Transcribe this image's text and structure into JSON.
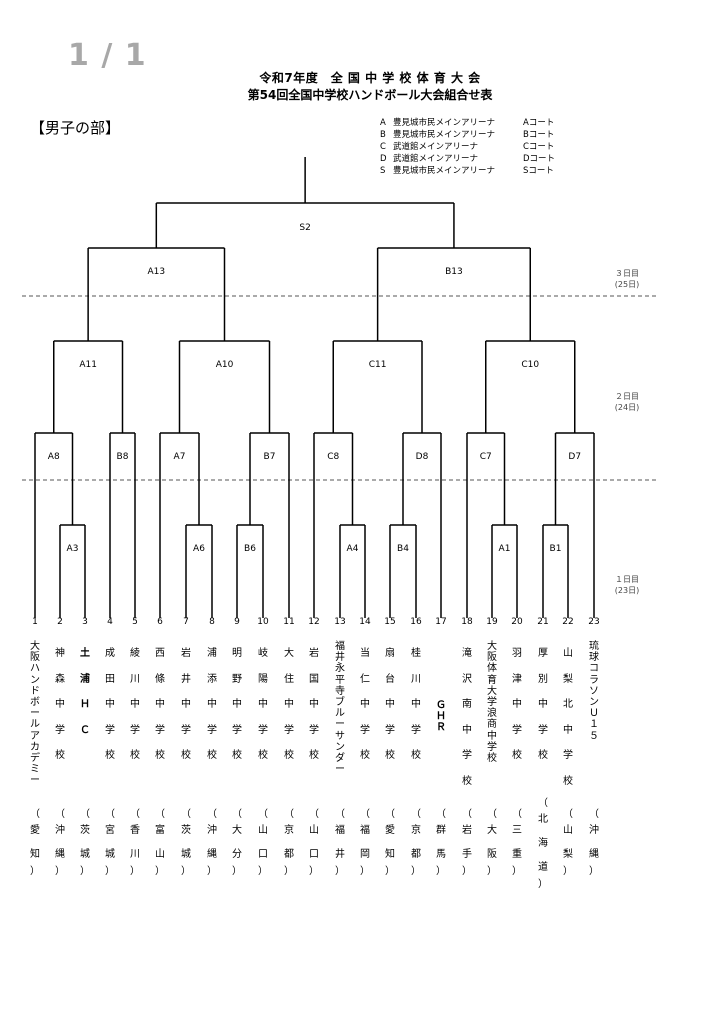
{
  "page_indicator": "1 / 1",
  "title_line1": "令和7年度　全 国 中 学 校 体 育 大 会",
  "title_line2": "第54回全国中学校ハンドボール大会組合せ表",
  "division": "【男子の部】",
  "venues": [
    {
      "code": "A",
      "venue": "豊見城市民メインアリーナ",
      "court": "Aコート"
    },
    {
      "code": "B",
      "venue": "豊見城市民メインアリーナ",
      "court": "Bコート"
    },
    {
      "code": "C",
      "venue": "武道館メインアリーナ",
      "court": "Cコート"
    },
    {
      "code": "D",
      "venue": "武道館メインアリーナ",
      "court": "Dコート"
    },
    {
      "code": "S",
      "venue": "豊見城市民メインアリーナ",
      "court": "Sコート"
    }
  ],
  "days": [
    {
      "label": "３日目",
      "date": "(25日)"
    },
    {
      "label": "２日目",
      "date": "(24日)"
    },
    {
      "label": "１日目",
      "date": "(23日)"
    }
  ],
  "matches": [
    "S2",
    "A13",
    "B13",
    "A11",
    "A10",
    "C11",
    "C10",
    "A8",
    "B8",
    "A7",
    "B7",
    "C8",
    "D8",
    "C7",
    "D7",
    "A3",
    "A6",
    "B6",
    "A4",
    "B4",
    "A1",
    "B1"
  ],
  "teams": [
    {
      "no": "1",
      "name": "大阪ハンドボールアカデミー",
      "pref": "愛知"
    },
    {
      "no": "2",
      "name": "神森中学校",
      "pref": "沖縄"
    },
    {
      "no": "3",
      "name": "土浦ＨＣ",
      "pref": "茨城"
    },
    {
      "no": "4",
      "name": "成田中学校",
      "pref": "宮城"
    },
    {
      "no": "5",
      "name": "綾川中学校",
      "pref": "香川"
    },
    {
      "no": "6",
      "name": "西條中学校",
      "pref": "富山"
    },
    {
      "no": "7",
      "name": "岩井中学校",
      "pref": "茨城"
    },
    {
      "no": "8",
      "name": "浦添中学校",
      "pref": "沖縄"
    },
    {
      "no": "9",
      "name": "明野中学校",
      "pref": "大分"
    },
    {
      "no": "10",
      "name": "岐陽中学校",
      "pref": "山口"
    },
    {
      "no": "11",
      "name": "大住中学校",
      "pref": "京都"
    },
    {
      "no": "12",
      "name": "岩国中学校",
      "pref": "山口"
    },
    {
      "no": "13",
      "name": "福井永平寺ブルーサンダー",
      "pref": "福井"
    },
    {
      "no": "14",
      "name": "当仁中学校",
      "pref": "福岡"
    },
    {
      "no": "15",
      "name": "扇台中学校",
      "pref": "愛知"
    },
    {
      "no": "16",
      "name": "桂川中学校",
      "pref": "京都"
    },
    {
      "no": "17",
      "name": "ＧＨＲ",
      "pref": "群馬"
    },
    {
      "no": "18",
      "name": "滝沢南中学校",
      "pref": "岩手"
    },
    {
      "no": "19",
      "name": "大阪体育大学浪商中学校",
      "pref": "大阪"
    },
    {
      "no": "20",
      "name": "羽津中学校",
      "pref": "三重"
    },
    {
      "no": "21",
      "name": "厚別中学校",
      "pref": "北海道"
    },
    {
      "no": "22",
      "name": "山梨北中学校",
      "pref": "山梨"
    },
    {
      "no": "23",
      "name": "琉球コラソンＵ１５",
      "pref": "沖縄"
    }
  ]
}
